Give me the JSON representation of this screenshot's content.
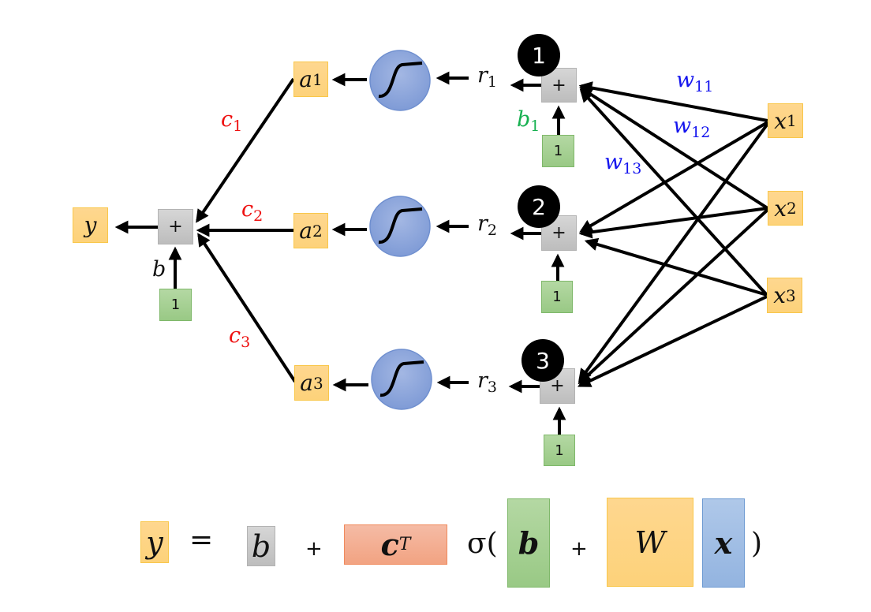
{
  "diagram": {
    "output": {
      "name": "y"
    },
    "output_sum": {
      "symbol": "+",
      "bias_label": "b",
      "bias_input": "1"
    },
    "hidden_units": [
      {
        "index": "1",
        "activation_out": "a",
        "activation_sub": "1",
        "weight_out": "c",
        "weight_out_sub": "1",
        "sum_out": "r",
        "sum_out_sub": "1",
        "symbol": "+",
        "bias_input": "1",
        "bias_label": "b",
        "bias_label_sub": "1"
      },
      {
        "index": "2",
        "activation_out": "a",
        "activation_sub": "2",
        "weight_out": "c",
        "weight_out_sub": "2",
        "sum_out": "r",
        "sum_out_sub": "2",
        "symbol": "+",
        "bias_input": "1"
      },
      {
        "index": "3",
        "activation_out": "a",
        "activation_sub": "3",
        "weight_out": "c",
        "weight_out_sub": "3",
        "sum_out": "r",
        "sum_out_sub": "3",
        "symbol": "+",
        "bias_input": "1"
      }
    ],
    "inputs": [
      {
        "name": "x",
        "sub": "1"
      },
      {
        "name": "x",
        "sub": "2"
      },
      {
        "name": "x",
        "sub": "3"
      }
    ],
    "weights": [
      {
        "name": "w",
        "sub": "11"
      },
      {
        "name": "w",
        "sub": "12"
      },
      {
        "name": "w",
        "sub": "13"
      }
    ],
    "activation_icon": "sigmoid-icon"
  },
  "equation": {
    "lhs": "y",
    "equals": "=",
    "b_scalar": "b",
    "plus1": "+",
    "cT": "c",
    "cT_sup": "T",
    "sigma": "σ(",
    "b_vec": "b",
    "plus2": "+",
    "W": "W",
    "x": "x",
    "close": ")"
  },
  "colors": {
    "output_weight": "#ee1111",
    "input_weight": "#1515ee",
    "bias_label": "#16b050",
    "sigmoid_fill": "#8fa8dc"
  }
}
